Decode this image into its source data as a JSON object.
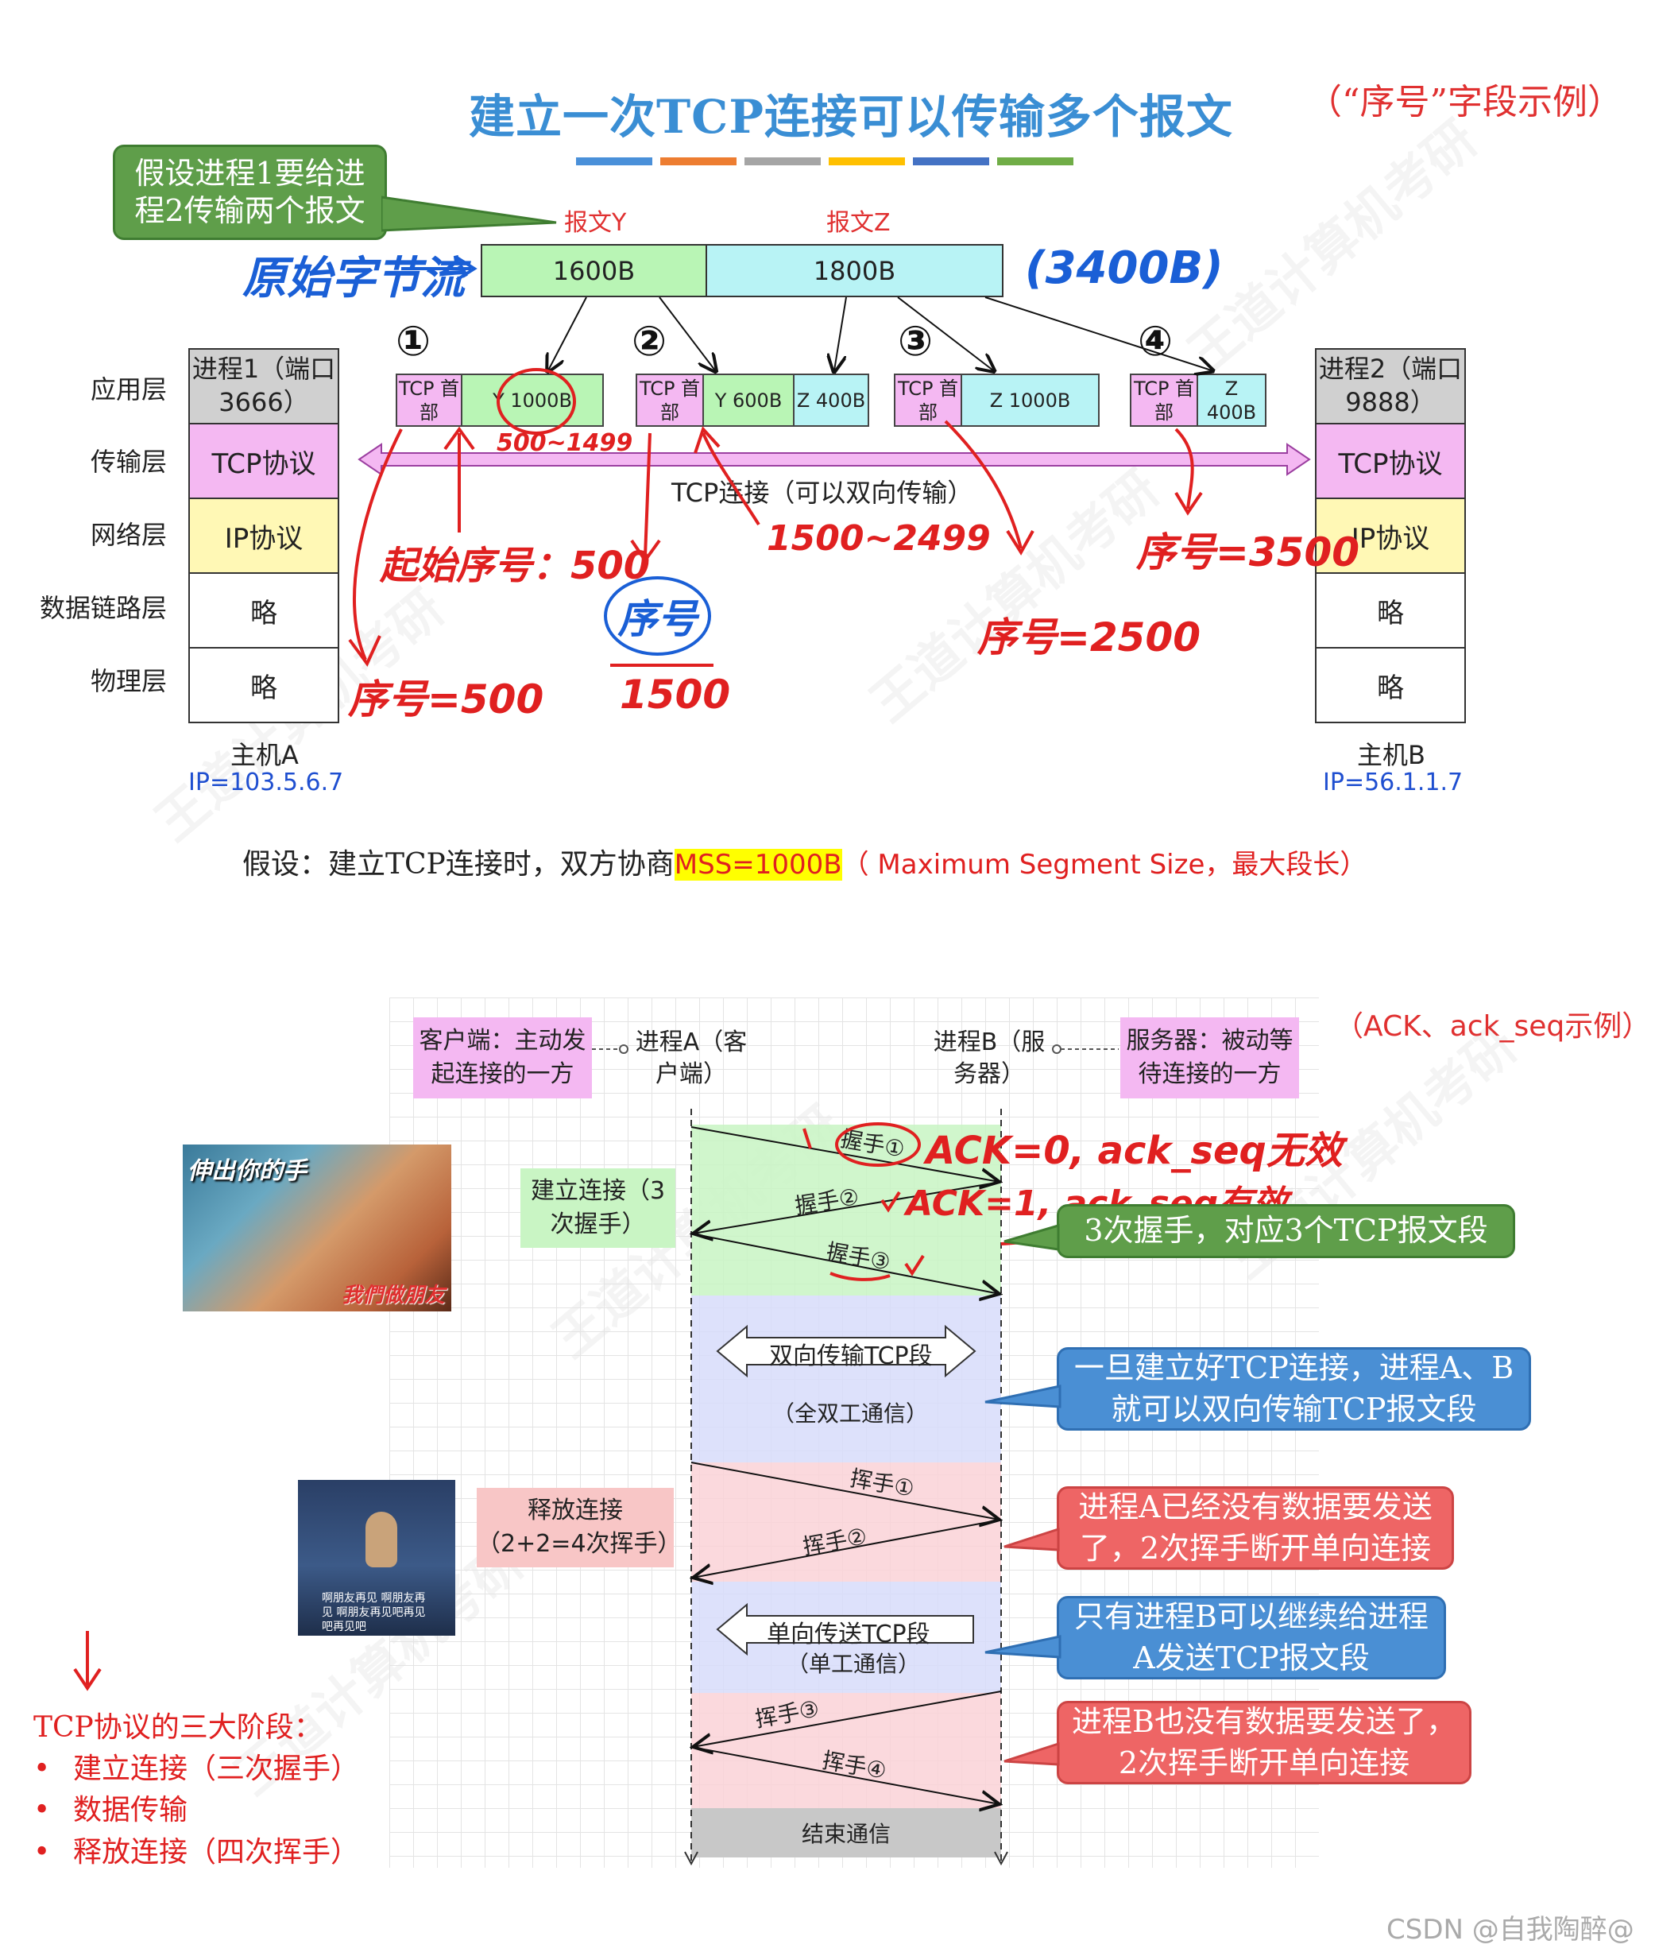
{
  "top": {
    "title": "建立一次TCP连接可以传输多个报文",
    "subtitle": "（“序号”字段示例）",
    "bar_colors": [
      "#4a90d9",
      "#ed7d31",
      "#a5a5a5",
      "#ffc000",
      "#4472c4",
      "#70ad47"
    ],
    "assumption_callout": "假设进程1要给进程2传输两个报文",
    "msg_y_label": "报文Y",
    "msg_z_label": "报文Z",
    "stream_y": "1600B",
    "stream_z": "1800B",
    "hw_stream": "原始字节流",
    "hw_total": "(3400B)",
    "layers": [
      "应用层",
      "传输层",
      "网络层",
      "数据链路层",
      "物理层"
    ],
    "hostA": {
      "proc": "进程1（端口 3666）",
      "tcp": "TCP协议",
      "ip": "IP协议",
      "dl": "略",
      "ph": "略",
      "name": "主机A",
      "ip_addr": "IP=103.5.6.7"
    },
    "hostB": {
      "proc": "进程2（端口 9888）",
      "tcp": "TCP协议",
      "ip": "IP协议",
      "dl": "略",
      "ph": "略",
      "name": "主机B",
      "ip_addr": "IP=56.1.1.7"
    },
    "segments": [
      {
        "num": "①",
        "hdr": "TCP 首部",
        "d1": "Y 1000B",
        "d2": ""
      },
      {
        "num": "②",
        "hdr": "TCP 首部",
        "d1": "Y 600B",
        "d2": "Z 400B"
      },
      {
        "num": "③",
        "hdr": "TCP 首部",
        "d1": "",
        "d2": "Z 1000B"
      },
      {
        "num": "④",
        "hdr": "TCP 首部",
        "d1": "",
        "d2": "Z 400B"
      }
    ],
    "tcp_conn_label": "TCP连接（可以双向传输）",
    "hw_range1": "500~1499",
    "hw_start_seq": "起始序号：500",
    "hw_range2": "1500~2499",
    "hw_seq_a": "序号=500",
    "hw_seq_b_label": "序号",
    "hw_seq_b_value": "1500",
    "hw_seq_c": "序号=2500",
    "hw_seq_d": "序号=3500",
    "assume_prefix": "假设：建立TCP连接时，双方协商",
    "assume_mss": "MSS=1000B",
    "assume_suffix": "（ Maximum Segment Size，最大段长）"
  },
  "bottom": {
    "subtitle": "（ACK、ack_seq示例）",
    "client_note": "客户端：主动发起连接的一方",
    "server_note": "服务器：被动等待连接的一方",
    "procA": "进程A（客户端）",
    "procB": "进程B（服务器）",
    "phase_connect": "建立连接（3次握手）",
    "phase_release": "释放连接（2+2=4次挥手）",
    "handshakes": [
      "握手①",
      "握手②",
      "握手③"
    ],
    "waves": [
      "挥手①",
      "挥手②",
      "挥手③",
      "挥手④"
    ],
    "hw_ack0": "ACK=0, ack_seq无效",
    "hw_ack1": "ACK=1, ack_seq有效",
    "callout_3": "3次握手，对应3个TCP报文段",
    "duplex_label": "双向传输TCP段",
    "duplex_sub": "（全双工通信）",
    "callout_duplex": "一旦建立好TCP连接，进程A、B就可以双向传输TCP报文段",
    "callout_half1": "进程A已经没有数据要发送了，2次挥手断开单向连接",
    "simplex_label": "单向传送TCP段",
    "simplex_sub": "（单工通信）",
    "callout_simplex": "只有进程B可以继续给进程A发送TCP报文段",
    "callout_half2": "进程B也没有数据要发送了，2次挥手断开单向连接",
    "end_label": "结束通信",
    "img1_text_top": "伸出你的手",
    "img1_text_bottom": "我們做朋友",
    "img2_text": "啊朋友再见 啊朋友再见 啊朋友再见吧再见吧再见吧",
    "legend_title": "TCP协议的三大阶段：",
    "legend_items": [
      "建立连接（三次握手）",
      "数据传输",
      "释放连接（四次挥手）"
    ]
  },
  "credit": "CSDN @自我陶醉@",
  "watermark": "王道计算机考研"
}
